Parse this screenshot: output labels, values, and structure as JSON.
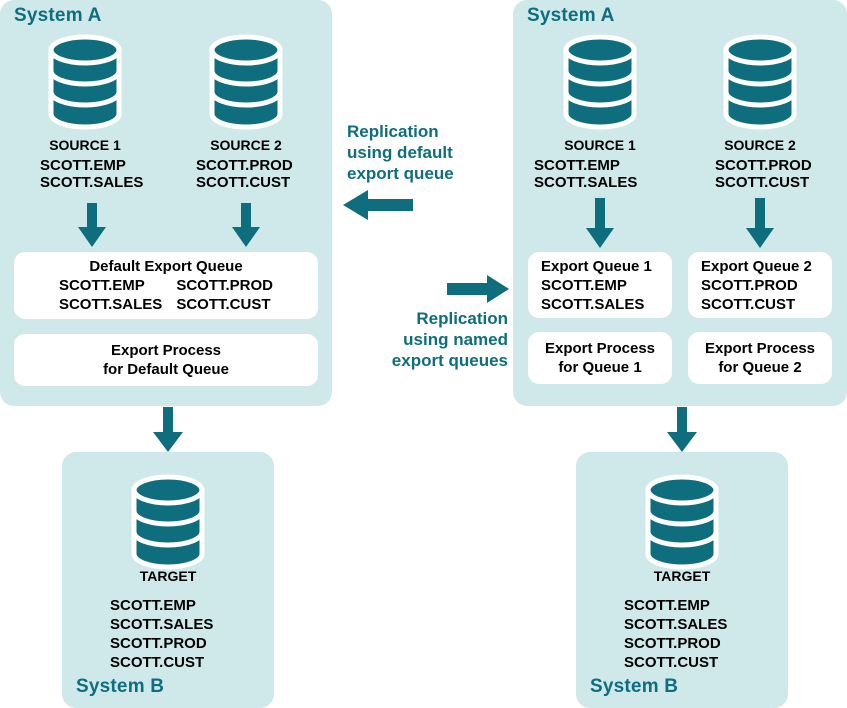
{
  "colors": {
    "panel_bg": "#cfe9ea",
    "teal": "#0e6e7d",
    "box_bg": "#ffffff",
    "text": "#000000"
  },
  "left_diagram": {
    "system_a": {
      "title": "System A",
      "sources": [
        {
          "db_icon": "database-cylinder-icon",
          "caption": "SOURCE 1",
          "tables": [
            "SCOTT.EMP",
            "SCOTT.SALES"
          ],
          "arrow_icon": "arrow-down-icon"
        },
        {
          "db_icon": "database-cylinder-icon",
          "caption": "SOURCE 2",
          "tables": [
            "SCOTT.PROD",
            "SCOTT.CUST"
          ],
          "arrow_icon": "arrow-down-icon"
        }
      ],
      "queue_box": {
        "title": "Default Export Queue",
        "col1": [
          "SCOTT.EMP",
          "SCOTT.SALES"
        ],
        "col2": [
          "SCOTT.PROD",
          "SCOTT.CUST"
        ]
      },
      "process_box": {
        "line1": "Export Process",
        "line2": "for Default Queue"
      }
    },
    "link_arrow_icon": "arrow-down-icon",
    "system_b": {
      "title": "System B",
      "db_icon": "database-cylinder-icon",
      "caption": "TARGET",
      "tables": [
        "SCOTT.EMP",
        "SCOTT.SALES",
        "SCOTT.PROD",
        "SCOTT.CUST"
      ]
    }
  },
  "center": {
    "top_label": {
      "line1": "Replication",
      "line2": "using default",
      "line3": "export queue",
      "arrow_icon": "arrow-left-icon"
    },
    "bottom_label": {
      "line1": "Replication",
      "line2": "using named",
      "line3": "export queues",
      "arrow_icon": "arrow-right-icon"
    }
  },
  "right_diagram": {
    "system_a": {
      "title": "System A",
      "sources": [
        {
          "db_icon": "database-cylinder-icon",
          "caption": "SOURCE 1",
          "tables": [
            "SCOTT.EMP",
            "SCOTT.SALES"
          ],
          "arrow_icon": "arrow-down-icon"
        },
        {
          "db_icon": "database-cylinder-icon",
          "caption": "SOURCE 2",
          "tables": [
            "SCOTT.PROD",
            "SCOTT.CUST"
          ],
          "arrow_icon": "arrow-down-icon"
        }
      ],
      "queue_boxes": [
        {
          "title": "Export Queue 1",
          "tables": [
            "SCOTT.EMP",
            "SCOTT.SALES"
          ]
        },
        {
          "title": "Export Queue 2",
          "tables": [
            "SCOTT.PROD",
            "SCOTT.CUST"
          ]
        }
      ],
      "process_boxes": [
        {
          "line1": "Export Process",
          "line2": "for Queue 1"
        },
        {
          "line1": "Export Process",
          "line2": "for Queue 2"
        }
      ]
    },
    "link_arrow_icon": "arrow-down-icon",
    "system_b": {
      "title": "System B",
      "db_icon": "database-cylinder-icon",
      "caption": "TARGET",
      "tables": [
        "SCOTT.EMP",
        "SCOTT.SALES",
        "SCOTT.PROD",
        "SCOTT.CUST"
      ]
    }
  }
}
